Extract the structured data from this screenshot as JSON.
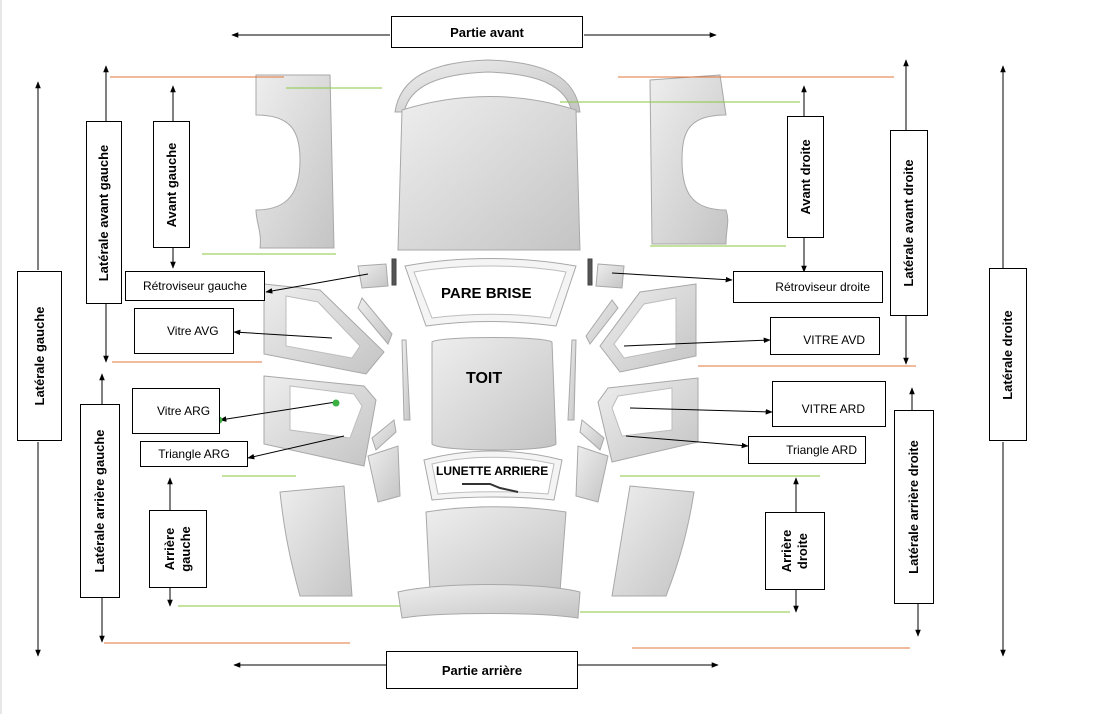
{
  "labels": {
    "partie_avant": "Partie avant",
    "partie_arriere": "Partie arrière",
    "laterale_gauche": "Latérale gauche",
    "laterale_droite": "Latérale droite",
    "laterale_avant_gauche": "Latérale avant gauche",
    "laterale_arriere_gauche": "Latérale arrière gauche",
    "laterale_avant_droite": "Latérale avant droite",
    "laterale_arriere_droite": "Latérale arrière droite",
    "avant_gauche": "Avant gauche",
    "avant_droite": "Avant droite",
    "arriere_gauche_1": "Arrière",
    "arriere_gauche_2": "gauche",
    "arriere_droite_1": "Arrière",
    "arriere_droite_2": "droite",
    "retroviseur_gauche": "Rétroviseur gauche",
    "retroviseur_droite": "Rétroviseur droite",
    "vitre_avg": "Vitre AVG",
    "vitre_avd": "VITRE AVD",
    "vitre_arg": "Vitre ARG",
    "vitre_ard": "VITRE ARD",
    "triangle_arg": "Triangle ARG",
    "triangle_ard": "Triangle ARD",
    "pare_brise": "PARE BRISE",
    "toit": "TOIT",
    "lunette_arriere": "LUNETTE ARRIERE"
  },
  "colors": {
    "orange_line": "#e0743a",
    "green_line": "#8cc63f",
    "panel_fill": "#d6d6d6",
    "panel_stroke": "#a8a8a8",
    "dot": "#3cb043"
  }
}
